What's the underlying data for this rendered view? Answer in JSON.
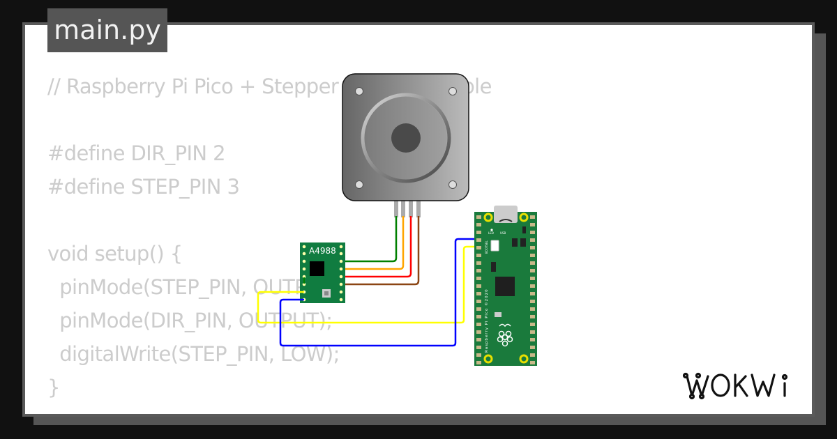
{
  "tab": {
    "label": "main.py"
  },
  "code": {
    "lines": [
      "// Raspberry Pi Pico + Stepper Motor Example",
      "",
      "#define DIR_PIN 2",
      "#define STEP_PIN 3",
      "",
      "void setup() {",
      "  pinMode(STEP_PIN, OUTPUT);",
      "  pinMode(DIR_PIN, OUTPUT);",
      "  digitalWrite(STEP_PIN, LOW);",
      "}"
    ]
  },
  "diagram": {
    "driver": {
      "label": "A4988",
      "color": "#107c40"
    },
    "motor": {
      "type": "stepper-motor"
    },
    "board": {
      "name": "Raspberry Pi Pico",
      "silkscreen": "Raspberry Pi Pico ©2020",
      "labels": [
        "LED",
        "USB",
        "BOOTSEL"
      ]
    },
    "wires": [
      {
        "name": "green",
        "color": "#008000"
      },
      {
        "name": "orange",
        "color": "#ffa500"
      },
      {
        "name": "red",
        "color": "#ff0000"
      },
      {
        "name": "brown",
        "color": "#8b4513"
      },
      {
        "name": "yellow",
        "color": "#ffff00"
      },
      {
        "name": "blue",
        "color": "#0000ff"
      }
    ]
  },
  "brand": {
    "logo": "WOKWi"
  },
  "colors": {
    "background": "#111111",
    "card": "#ffffff",
    "card_border": "#5a5a5a",
    "shadow": "#555555",
    "tab_bg": "#555555",
    "code_text": "#cccccc"
  }
}
